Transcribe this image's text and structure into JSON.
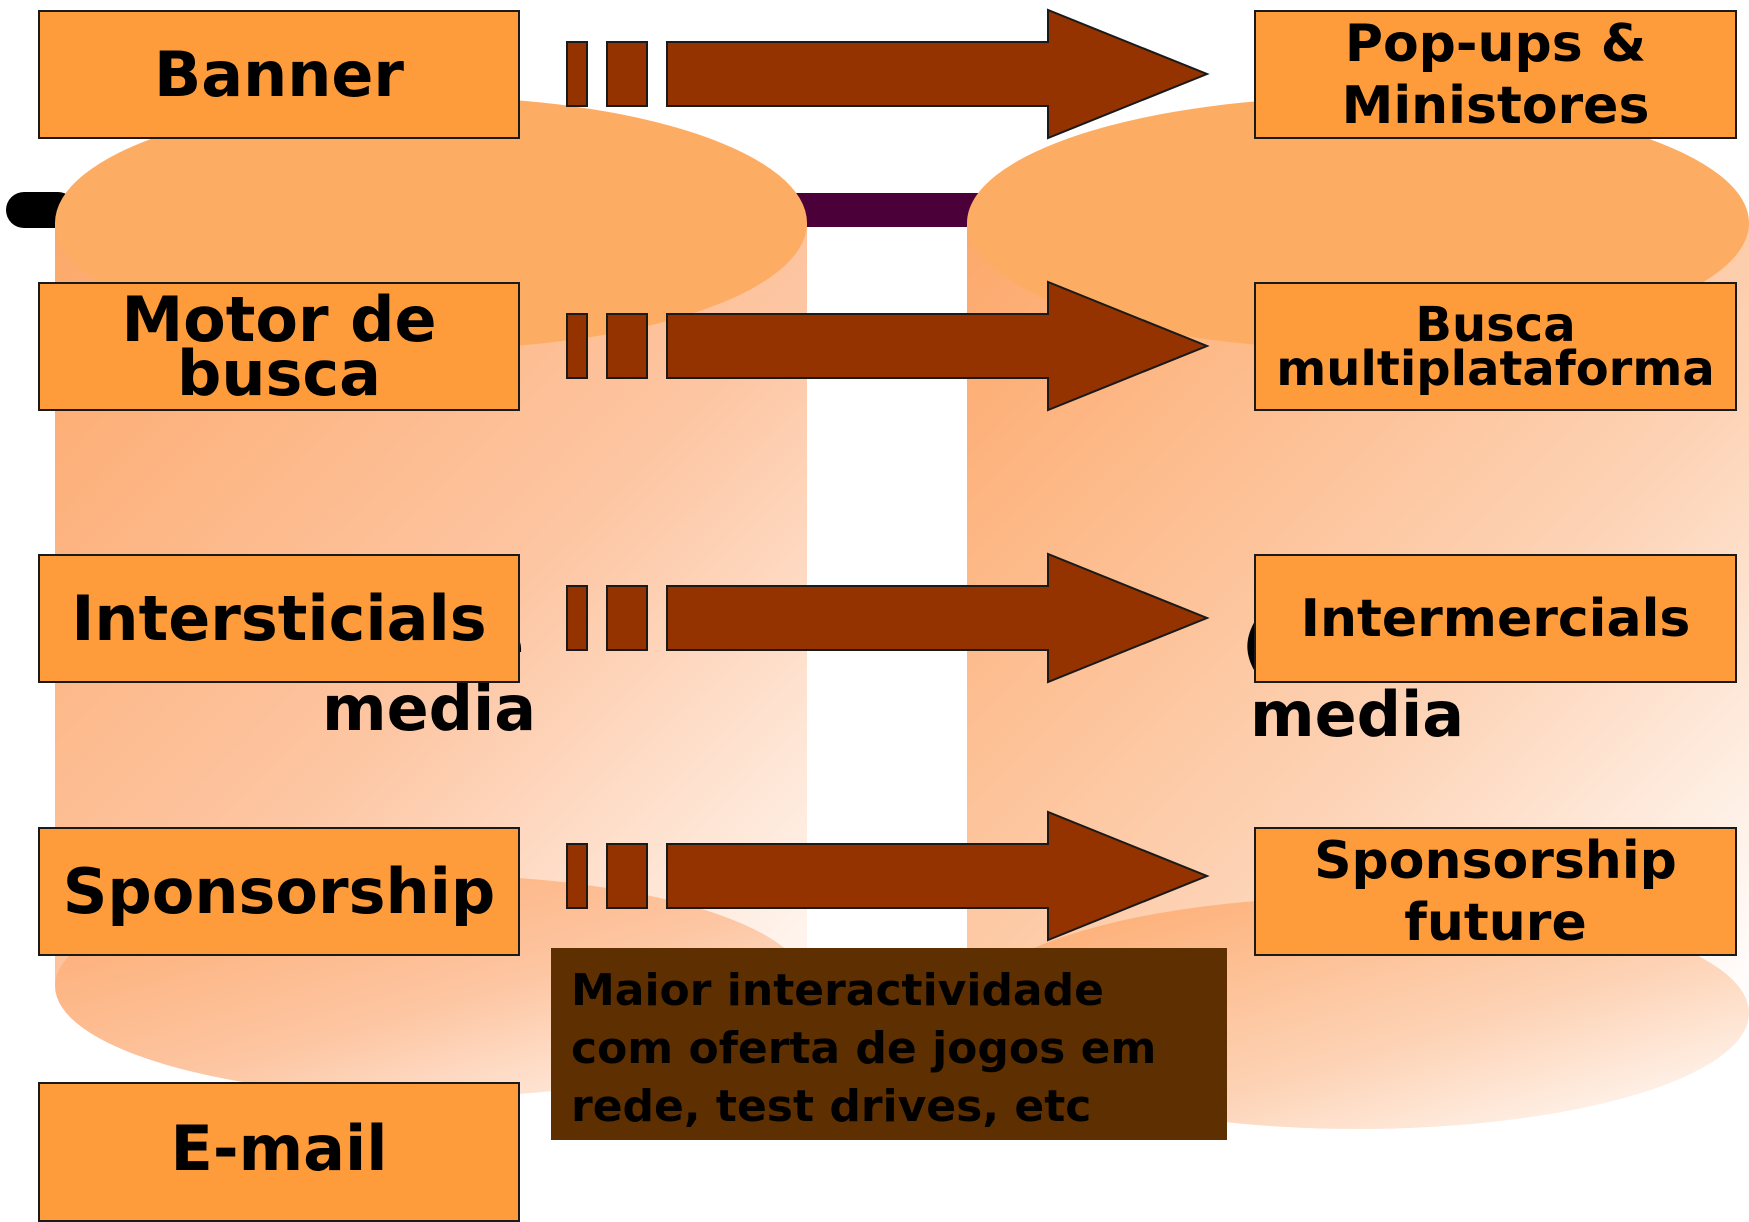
{
  "colors": {
    "box_fill": "#fe9c3b",
    "cylinder_top": "#fdad63",
    "cylinder_body": "#fdb383",
    "arrow_fill": "#953300",
    "note_fill": "#5e2f00",
    "connector_line": "#4b0039"
  },
  "left_column": {
    "items": [
      "Banner",
      "Motor de busca",
      "Intersticials",
      "Sponsorship",
      "E-mail"
    ],
    "cylinder_partial_text": "e",
    "cylinder_text_line2": "media"
  },
  "right_column": {
    "items": [
      "Pop-ups & Ministores",
      "Busca multiplataforma",
      "Intermercials",
      "Sponsorship future"
    ],
    "cylinder_partial_text": "(",
    "cylinder_text_line2": "media"
  },
  "note": {
    "text": "Maior interactividade\ncom oferta de jogos em\nrede, test drives, etc"
  }
}
